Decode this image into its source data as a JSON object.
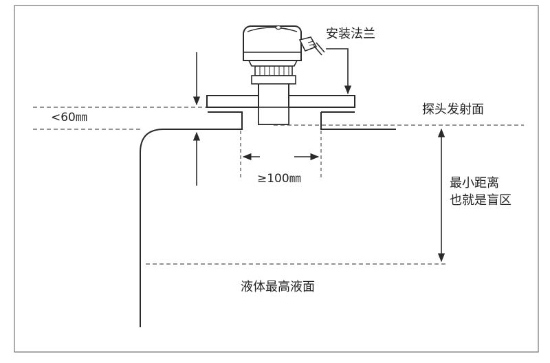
{
  "labels": {
    "mounting_flange": "安装法兰",
    "probe_emitting_face": "探头发射面",
    "gap_limit": "<60㎜",
    "nozzle_width": "≥100㎜",
    "min_distance_line1": "最小距离",
    "min_distance_line2": "也就是盲区",
    "max_liquid_level": "液体最高液面"
  },
  "colors": {
    "stroke": "#2a2a2a",
    "frame": "#555555",
    "background": "#ffffff"
  },
  "icons": {
    "sensor": "ultrasonic-level-sensor-icon"
  }
}
